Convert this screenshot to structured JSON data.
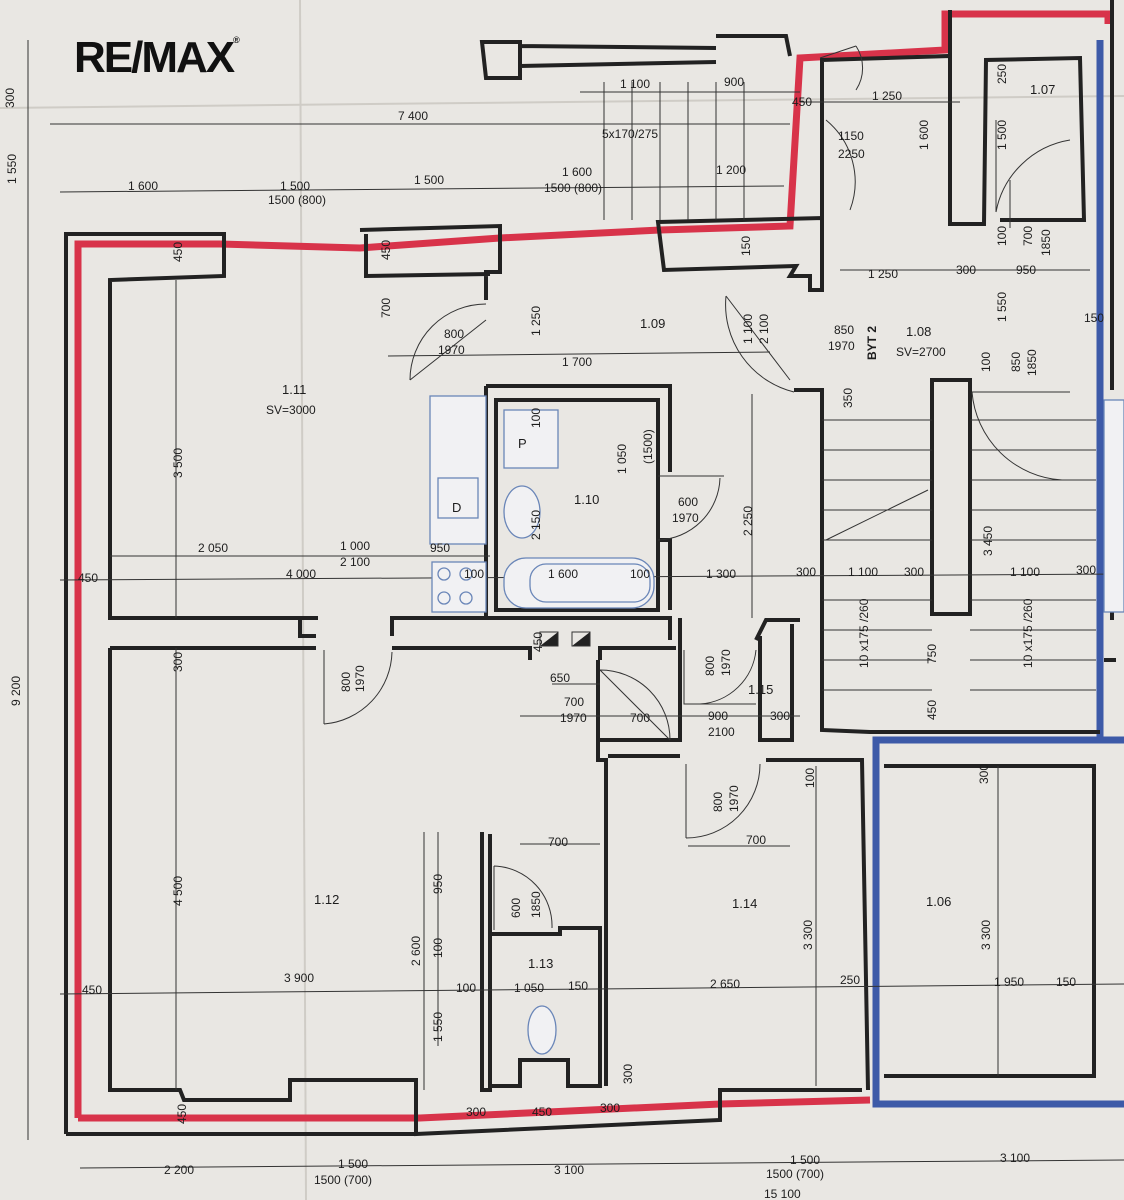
{
  "logo": {
    "text": "RE/MAX"
  },
  "colors": {
    "outer_wall": "#d8334a",
    "party_wall": "#3d5aa8",
    "fixture": "#6a86b8"
  },
  "rooms": [
    {
      "id": "1.11",
      "label": "1.11",
      "sub": "SV=3000"
    },
    {
      "id": "1.09",
      "label": "1.09"
    },
    {
      "id": "1.08",
      "label": "1.08",
      "sub": "SV=2700"
    },
    {
      "id": "1.07",
      "label": "1.07"
    },
    {
      "id": "1.10",
      "label": "1.10"
    },
    {
      "id": "1.12",
      "label": "1.12"
    },
    {
      "id": "1.13",
      "label": "1.13"
    },
    {
      "id": "1.14",
      "label": "1.14"
    },
    {
      "id": "1.15",
      "label": "1.15"
    },
    {
      "id": "1.06",
      "label": "1.06"
    }
  ],
  "unit_label": "BYT 2",
  "fixtures": {
    "boiler": "P",
    "dryer": "D"
  },
  "stairs": {
    "top": "5x170/275",
    "left": "10 x175 /260",
    "right": "10 x175 /260"
  },
  "dimensions": {
    "d7400": "7 400",
    "d1100a": "1 100",
    "d900a": "900",
    "d450a": "450",
    "d1250a": "1 250",
    "d1150": "1150",
    "d2250": "2250",
    "d1600r": "1 600",
    "d250": "250",
    "d1500r": "1 500",
    "d1600a": "1 600",
    "d1500a": "1 500",
    "d1500800": "1500 (800)",
    "d1500b": "1 500",
    "d1600b": "1 600",
    "d1500800b": "1500 (800)",
    "d1200": "1 200",
    "d100a": "100",
    "d700a": "700",
    "d1850a": "1850",
    "d1250b": "1 250",
    "d300a": "300",
    "d950a": "950",
    "d1550r": "1 550",
    "d150a": "150",
    "d150b": "150",
    "d450l": "450",
    "d450m": "450",
    "d700m": "700",
    "d8001970a": "800",
    "d1970a": "1970",
    "d1250c": "1 250",
    "d1700": "1 700",
    "d1100b": "1 100",
    "d2100a": "2 100",
    "d8501970": "850",
    "d1970b": "1970",
    "d100b": "100",
    "d850b": "850",
    "d1850b": "1850",
    "d350": "350",
    "d3500": "3 500",
    "d100c": "100",
    "d1050": "1 050",
    "d1500p": "(1500)",
    "d600a": "600",
    "d1970c": "1970",
    "d2150": "2 150",
    "d2250v": "2 250",
    "d3450": "3 450",
    "d2050": "2 050",
    "d1000": "1 000",
    "d2100b": "2 100",
    "d950b": "950",
    "d450c": "450",
    "d4000": "4 000",
    "d100d": "100",
    "d1600c": "1 600",
    "d100e": "100",
    "d1300": "1 300",
    "d300b": "300",
    "d1100c": "1 100",
    "d300c": "300",
    "d1100d": "1 100",
    "d300d": "300",
    "d300e": "300",
    "d450d": "450",
    "d800b": "800",
    "d1970d": "1970",
    "d650": "650",
    "d700b": "700",
    "d1970e": "1970",
    "d700c": "700",
    "d900b": "900",
    "d2100c": "2100",
    "d300f": "300",
    "d800c": "800",
    "d1970f": "1970",
    "d750": "750",
    "d450e": "450",
    "d9200": "9 200",
    "d300g": "300",
    "d1550g": "1 550",
    "d300l": "300",
    "d800d": "800",
    "d1970g": "1970",
    "d100f": "100",
    "d300h": "300",
    "d700d": "700",
    "d700e": "700",
    "d950c": "950",
    "d4500": "4 500",
    "d2600": "2 600",
    "d600b": "600",
    "d1850c": "1850",
    "d100g": "100",
    "d3300a": "3 300",
    "d3300b": "3 300",
    "d450f": "450",
    "d3900": "3 900",
    "d100h": "100",
    "d1050b": "1 050",
    "d150c": "150",
    "d2650": "2 650",
    "d250b": "250",
    "d1950": "1 950",
    "d150d": "150",
    "d1550b": "1 550",
    "d300i": "300",
    "d450g": "450",
    "d300j": "300",
    "d450h": "450",
    "d300k": "300",
    "d2200": "2 200",
    "d1500c": "1 500",
    "d1500700a": "1500 (700)",
    "d3100a": "3 100",
    "d1500d": "1 500",
    "d1500700b": "1500 (700)",
    "d3100b": "3 100",
    "d15100": "15 100"
  }
}
